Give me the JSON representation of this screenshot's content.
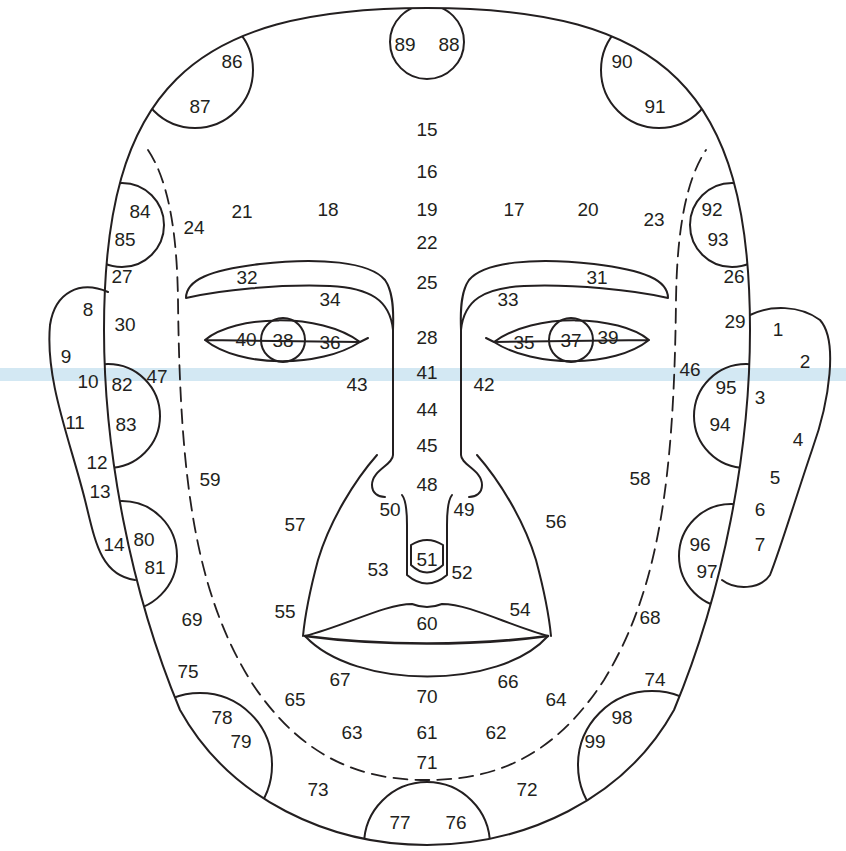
{
  "diagram": {
    "nodes": [
      {
        "text": [
          "86",
          "87"
        ]
      },
      {
        "text": [
          "89",
          "88"
        ]
      },
      {
        "text": [
          "90",
          "91"
        ]
      },
      {
        "text": [
          "84",
          "85"
        ]
      },
      {
        "text": [
          "92",
          "93"
        ]
      },
      {
        "text": [
          "38"
        ]
      },
      {
        "text": [
          "37"
        ]
      },
      {
        "text": [
          "82",
          "83"
        ]
      },
      {
        "text": [
          "95",
          "94"
        ]
      },
      {
        "text": [
          "51"
        ]
      },
      {
        "text": [
          "80",
          "81"
        ]
      },
      {
        "text": [
          "96",
          "97"
        ]
      },
      {
        "text": [
          "60"
        ]
      },
      {
        "text": [
          "78",
          "79"
        ]
      },
      {
        "text": [
          "98",
          "99"
        ]
      },
      {
        "text": [
          "77",
          "76"
        ]
      }
    ],
    "labels": [
      "15",
      "16",
      "21",
      "18",
      "19",
      "17",
      "20",
      "24",
      "23",
      "22",
      "27",
      "32",
      "31",
      "26",
      "25",
      "34",
      "33",
      "30",
      "29",
      "28",
      "40",
      "36",
      "35",
      "39",
      "8",
      "1",
      "9",
      "2",
      "47",
      "41",
      "46",
      "10",
      "3",
      "43",
      "44",
      "42",
      "11",
      "4",
      "45",
      "12",
      "5",
      "59",
      "58",
      "48",
      "13",
      "6",
      "50",
      "49",
      "57",
      "56",
      "14",
      "7",
      "53",
      "52",
      "55",
      "54",
      "69",
      "68",
      "75",
      "74",
      "67",
      "70",
      "66",
      "65",
      "64",
      "63",
      "61",
      "62",
      "71",
      "73",
      "72"
    ]
  }
}
